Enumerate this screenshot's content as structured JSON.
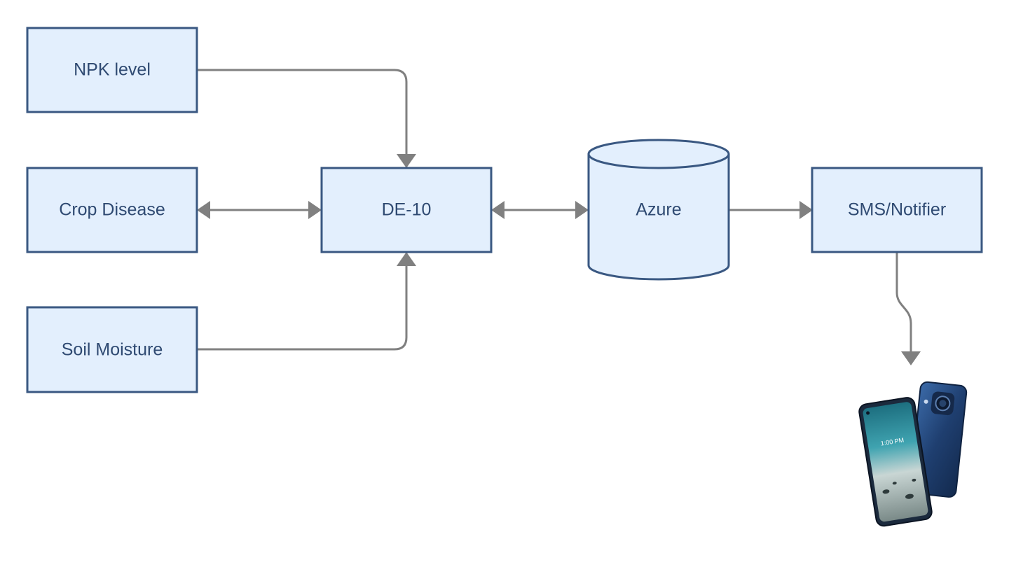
{
  "nodes": {
    "npk": {
      "label": "NPK level"
    },
    "crop_disease": {
      "label": "Crop Disease"
    },
    "soil_moisture": {
      "label": "Soil Moisture"
    },
    "de10": {
      "label": "DE-10"
    },
    "azure": {
      "label": "Azure"
    },
    "sms": {
      "label": "SMS/Notifier"
    }
  },
  "phone": {
    "icon": "smartphone-image",
    "screen_time": "1:00 PM"
  },
  "colors": {
    "node_fill": "#e3effd",
    "node_stroke": "#3a5882",
    "label": "#2f4a72",
    "connector": "#808080",
    "phone_body": "#1f3b66"
  }
}
